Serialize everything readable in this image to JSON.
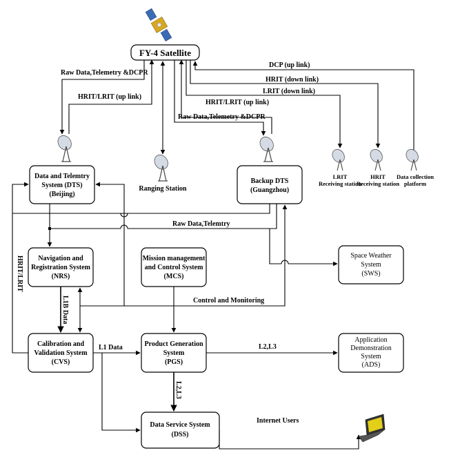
{
  "satellite": {
    "label": "FY-4 Satellite"
  },
  "boxes": {
    "dts": [
      "Data and Telemtry",
      "System (DTS)",
      "(Beijing)"
    ],
    "backup_dts": [
      "Backup DTS",
      "(Guangzhou)"
    ],
    "nrs": [
      "Navigation and",
      "Registration System",
      "(NRS)"
    ],
    "mcs": [
      "Mission management",
      "and Control System",
      "(MCS)"
    ],
    "sws": [
      "Space Weather",
      "System",
      "(SWS)"
    ],
    "cvs": [
      "Calibration and",
      "Validation System",
      "(CVS)"
    ],
    "pgs": [
      "Product Generation",
      "System",
      "(PGS)"
    ],
    "ads": [
      "Application",
      "Demonstration",
      "System",
      "(ADS)"
    ],
    "dss": [
      "Data Service System",
      "(DSS)"
    ]
  },
  "stations": {
    "ranging": "Ranging Station",
    "lrit": [
      "LRIT",
      "Receiving station"
    ],
    "hrit": [
      "HRIT",
      "Receiving station"
    ],
    "dcp": [
      "Data collection",
      "platform"
    ]
  },
  "links": {
    "dts_down": "Raw Data,Telemetry &DCPR",
    "dts_up": "HRIT/LRIT (up link)",
    "backup_up": "HRIT/LRIT (up link)",
    "backup_down": "Raw Data,Telemetry &DCPR",
    "dcp_up": "DCP (up link)",
    "hrit_down": "HRIT (down link)",
    "lrit_down": "LRIT (down link)",
    "raw_telemetry": "Raw Data,Telemtry",
    "control_monitoring": "Control and Monitoring",
    "hrit_lrit_vertical": "HRIT/LRIT",
    "l1b_data": "L1B Data",
    "l1_data": "L1 Data",
    "l2l3_horizontal": "L2,L3",
    "l2l3_vertical": "L2,L3",
    "internet_users": "Internet Users"
  }
}
